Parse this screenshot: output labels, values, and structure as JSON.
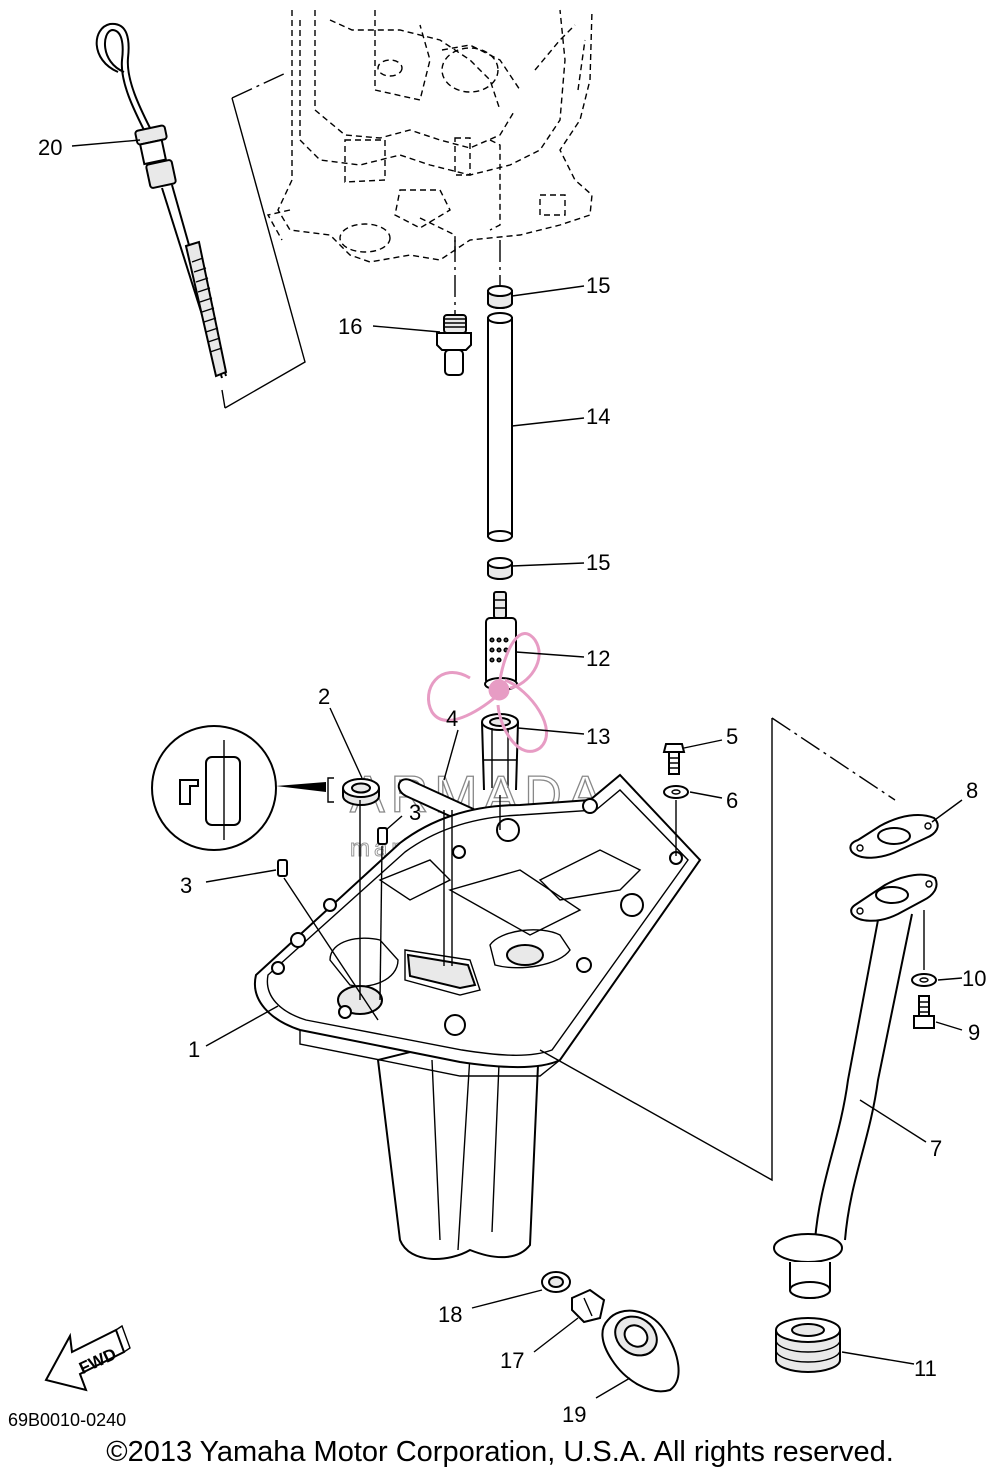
{
  "diagram": {
    "part_numbers": [
      "1",
      "2",
      "3",
      "3",
      "4",
      "5",
      "6",
      "7",
      "8",
      "9",
      "10",
      "11",
      "12",
      "13",
      "14",
      "15",
      "15",
      "16",
      "17",
      "18",
      "19",
      "20"
    ],
    "callouts": [
      {
        "id": "c1",
        "number": "1"
      },
      {
        "id": "c2",
        "number": "2"
      },
      {
        "id": "c3a",
        "number": "3"
      },
      {
        "id": "c3b",
        "number": "3"
      },
      {
        "id": "c4",
        "number": "4"
      },
      {
        "id": "c5",
        "number": "5"
      },
      {
        "id": "c6",
        "number": "6"
      },
      {
        "id": "c7",
        "number": "7"
      },
      {
        "id": "c8",
        "number": "8"
      },
      {
        "id": "c9",
        "number": "9"
      },
      {
        "id": "c10",
        "number": "10"
      },
      {
        "id": "c11",
        "number": "11"
      },
      {
        "id": "c12",
        "number": "12"
      },
      {
        "id": "c13",
        "number": "13"
      },
      {
        "id": "c14",
        "number": "14"
      },
      {
        "id": "c15a",
        "number": "15"
      },
      {
        "id": "c15b",
        "number": "15"
      },
      {
        "id": "c16",
        "number": "16"
      },
      {
        "id": "c17",
        "number": "17"
      },
      {
        "id": "c18",
        "number": "18"
      },
      {
        "id": "c19",
        "number": "19"
      },
      {
        "id": "c20",
        "number": "20"
      }
    ],
    "fwd_label": "FWD",
    "doc_code": "69B0010-0240",
    "copyright": "©2013 Yamaha Motor Corporation, U.S.A. All rights reserved."
  },
  "watermark": {
    "brand": "ARMADA",
    "tagline": "marine outboards",
    "colors": {
      "text": "#888888",
      "logo": "#e79cc4"
    }
  }
}
